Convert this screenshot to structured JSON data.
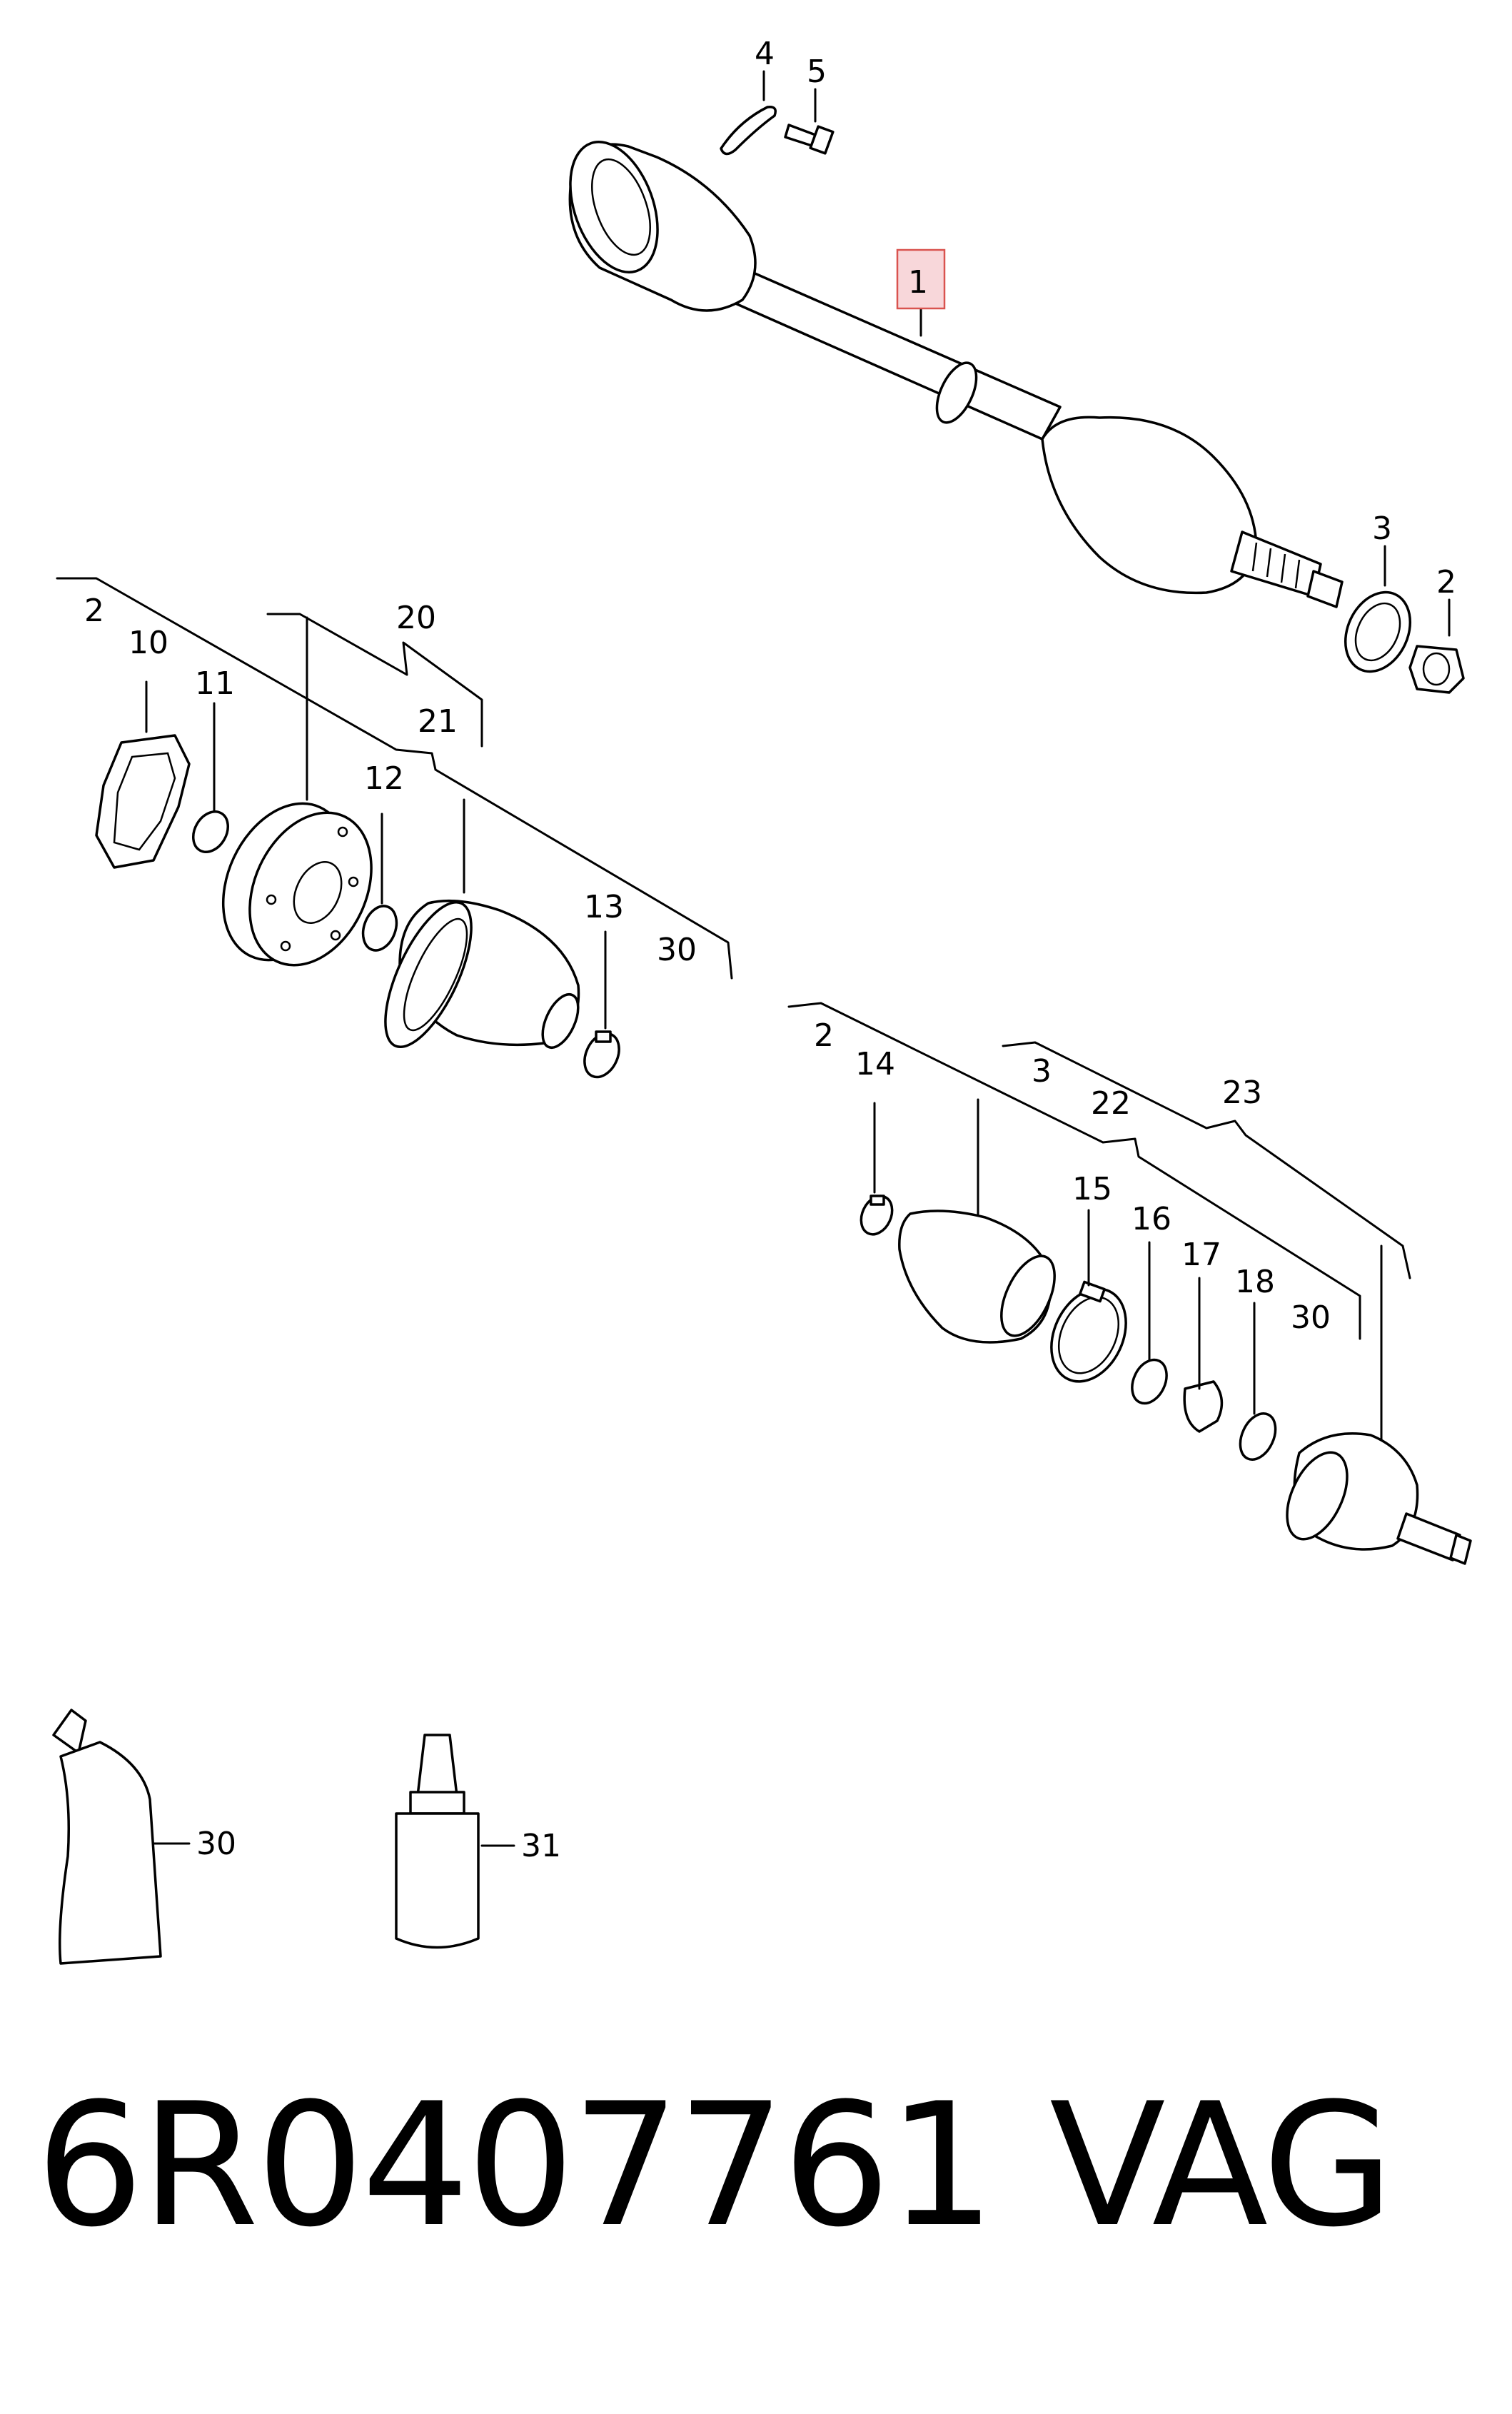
{
  "callouts": {
    "c1": "1",
    "c2a": "2",
    "c3a": "3",
    "c4": "4",
    "c5": "5",
    "c2b": "2",
    "c10": "10",
    "c11": "11",
    "c20": "20",
    "c21": "21",
    "c12": "12",
    "c13": "13",
    "c30a": "30",
    "c2c": "2",
    "c14": "14",
    "c3b": "3",
    "c22": "22",
    "c23": "23",
    "c15": "15",
    "c16": "16",
    "c17": "17",
    "c18": "18",
    "c30b": "30",
    "c30c": "30",
    "c31": "31"
  },
  "highlighted_callout": "1",
  "footer": {
    "part_number": "6R0407761",
    "brand": "VAG"
  },
  "colors": {
    "highlight_fill": "#f8d7da",
    "highlight_border": "#d9534f",
    "line": "#000000"
  }
}
